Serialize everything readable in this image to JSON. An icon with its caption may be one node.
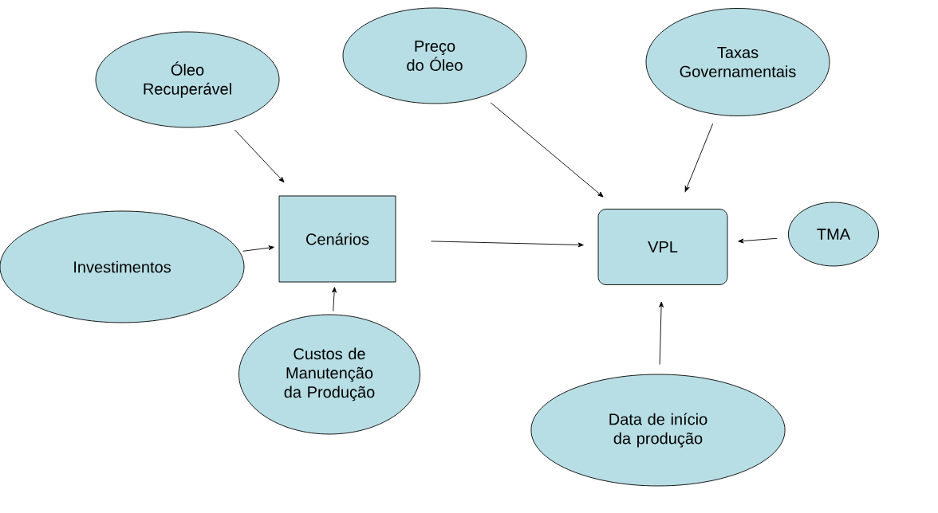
{
  "diagram": {
    "nodes": [
      {
        "text": [
          "Óleo Recuperável"
        ]
      },
      {
        "text": [
          "Preço do Óleo"
        ]
      },
      {
        "text": [
          "Taxas Governamentais"
        ]
      },
      {
        "text": [
          "Investimentos"
        ]
      },
      {
        "text": [
          "Cenários"
        ]
      },
      {
        "text": [
          "VPL"
        ]
      },
      {
        "text": [
          "TMA"
        ]
      },
      {
        "text": [
          "Custos de Manutenção da Produção"
        ]
      },
      {
        "text": [
          "Data de início da produção"
        ]
      }
    ],
    "edges": [
      {
        "from": 0,
        "to": 4,
        "arrow": "to"
      },
      {
        "from": 3,
        "to": 4,
        "arrow": "to"
      },
      {
        "from": 7,
        "to": 4,
        "arrow": "to"
      },
      {
        "from": 4,
        "to": 5,
        "arrow": "to"
      },
      {
        "from": 1,
        "to": 5,
        "arrow": "to"
      },
      {
        "from": 2,
        "to": 5,
        "arrow": "to"
      },
      {
        "from": 6,
        "to": 5,
        "arrow": "to"
      },
      {
        "from": 8,
        "to": 5,
        "arrow": "to"
      }
    ]
  }
}
